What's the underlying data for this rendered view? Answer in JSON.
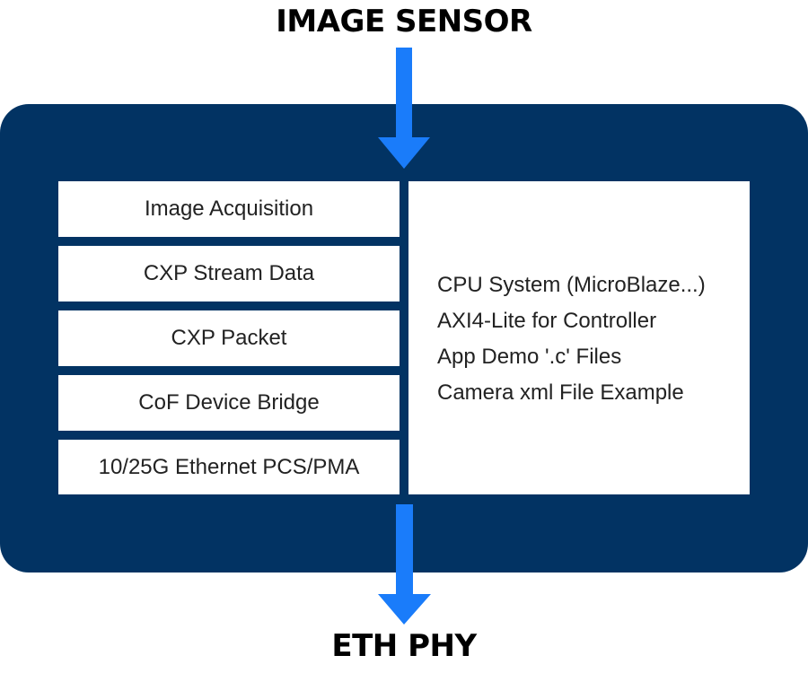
{
  "diagram": {
    "input_label": "IMAGE SENSOR",
    "output_label": "ETH PHY",
    "colors": {
      "container": "#023363",
      "arrow": "#1a7cfa",
      "block": "#ffffff",
      "text": "#222222"
    },
    "stack_blocks": [
      {
        "label": "Image Acquisition"
      },
      {
        "label": "CXP Stream Data"
      },
      {
        "label": "CXP Packet"
      },
      {
        "label": "CoF Device Bridge"
      },
      {
        "label": "10/25G Ethernet PCS/PMA"
      }
    ],
    "side_panel": {
      "items": [
        "CPU System (MicroBlaze...)",
        "AXI4-Lite for Controller",
        "App Demo '.c' Files",
        "Camera xml File Example"
      ]
    }
  }
}
